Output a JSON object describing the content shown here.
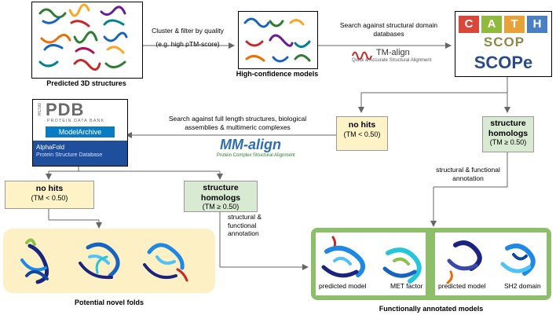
{
  "captions": {
    "predicted": "Predicted 3D structures",
    "high_conf": "High-confidence models",
    "novel": "Potential novel folds",
    "annotated": "Functionally annotated models"
  },
  "edges": {
    "cluster_line1": "Cluster & filter by quality",
    "cluster_line2": "(e.g. high pTM-score)",
    "search_domain_line1": "Search against structural domain",
    "search_domain_line2": "databases",
    "search_full_line1": "Search against full length structures, biological",
    "search_full_line2": "assemblies & multimeric complexes",
    "annot_right_line1": "structural & functional",
    "annot_right_line2": "annotation",
    "annot_mid_line1": "structural &",
    "annot_mid_line2": "functional",
    "annot_mid_line3": "annotation"
  },
  "logos": {
    "tmalign": "TM-align",
    "tmalign_sub": "Quick & Accurate Structural Alignment",
    "cath_letters": [
      "C",
      "A",
      "T",
      "H"
    ],
    "scop": "SCOP",
    "scope": "SCOPe",
    "mmalign": "MM-align",
    "mmalign_sub": "Protein Complex Structural Alignment",
    "rcsb": "RCSB",
    "pdb": "PDB",
    "pdb_sub": "PROTEIN DATA BANK",
    "modelarchive": "ModelArchive",
    "alphafold": "AlphaFold",
    "alphafold_sub": "Protein Structure Database"
  },
  "boxes": {
    "nohits_top_title": "no hits",
    "nohits_top_sub": "(TM < 0.50)",
    "homologs_right_line1": "structure",
    "homologs_right_line2": "homologs",
    "homologs_right_sub": "(TM ≥ 0.50)",
    "nohits_left_title": "no hits",
    "nohits_left_sub": "(TM < 0.50)",
    "homologs_mid_line1": "structure",
    "homologs_mid_line2": "homologs",
    "homologs_mid_sub": "(TM ≥ 0.50)"
  },
  "panels": {
    "p1": "predicted model",
    "p2": "MET factor",
    "p3": "predicted model",
    "p4": "SH2 domain"
  },
  "colors": {
    "yellow_box": "#fdf3c6",
    "green_box": "#d9ead3",
    "green_panel": "#8dbf6a",
    "novel_panel": "#fdf0c4",
    "cath_c": "#d8473a",
    "cath_a": "#8fba3c",
    "cath_t": "#e8a23a",
    "cath_h": "#4a7fc1"
  }
}
